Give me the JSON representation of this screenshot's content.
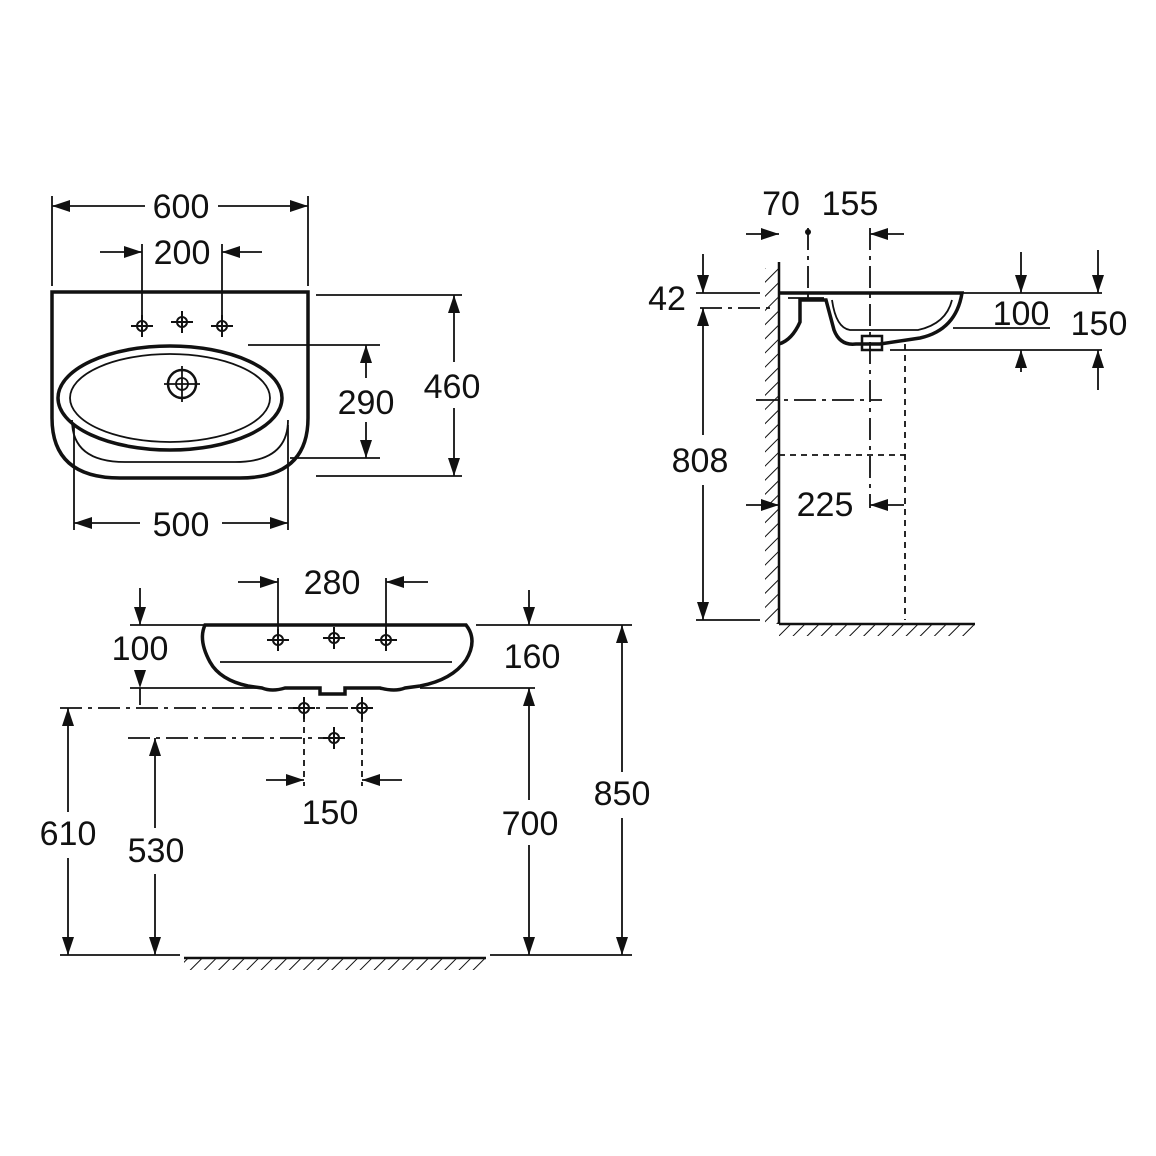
{
  "top_view": {
    "dims": {
      "width_overall": "600",
      "tap_spacing": "200",
      "bowl_depth": "290",
      "depth_overall": "460",
      "bottom_width": "500"
    }
  },
  "side_view": {
    "dims": {
      "wall_gap": "70",
      "waste_offset": "155",
      "rim_thickness": "42",
      "bowl_height": "100",
      "total_height": "150",
      "rim_height": "808",
      "pedestal_offset": "225"
    }
  },
  "front_view": {
    "dims": {
      "tap_holes_spacing": "280",
      "bowl_height": "100",
      "total_height": "160",
      "supply_spacing": "150",
      "supply_height_upper": "610",
      "supply_height_lower": "530",
      "bottom_height": "700",
      "rim_height": "850"
    }
  }
}
